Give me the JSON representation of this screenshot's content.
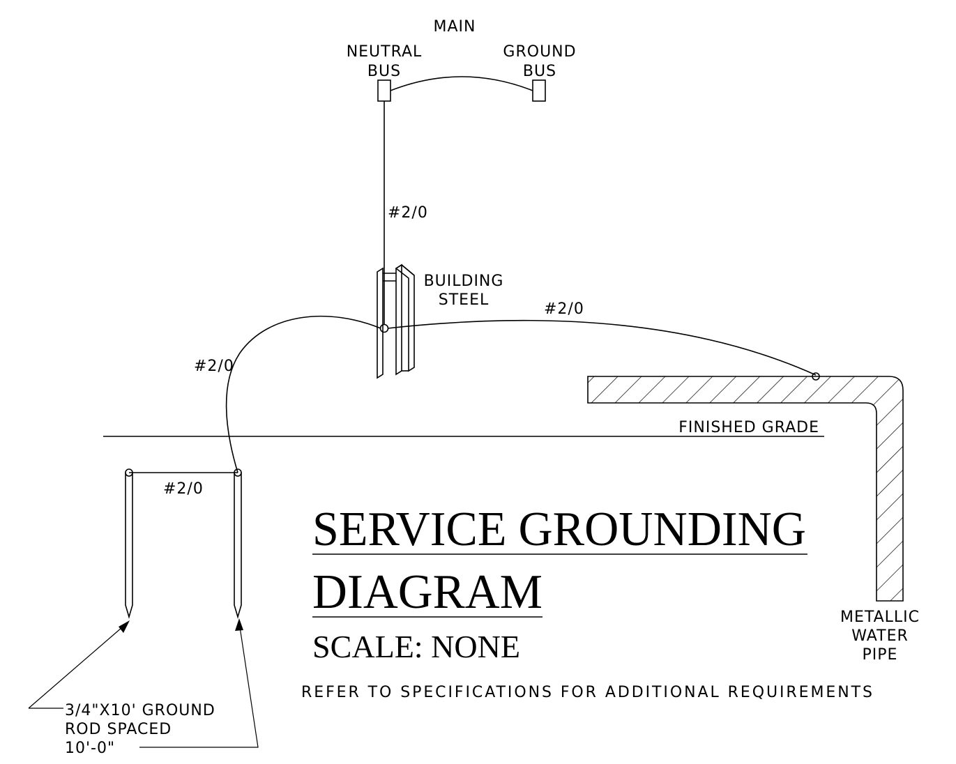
{
  "main_label": "MAIN",
  "neutral_bus": [
    "NEUTRAL",
    "BUS"
  ],
  "ground_bus": [
    "GROUND",
    "BUS"
  ],
  "building_steel": [
    "BUILDING",
    "STEEL"
  ],
  "wire_sizes": {
    "vertical": "#2/0",
    "to_water_pipe": "#2/0",
    "to_ground_rod": "#2/0",
    "between_rods": "#2/0"
  },
  "finished_grade": "FINISHED GRADE",
  "water_pipe": [
    "METALLIC",
    "WATER",
    "PIPE"
  ],
  "ground_rod_note": [
    "3/4\"X10' GROUND",
    "ROD SPACED",
    "10'-0\""
  ],
  "title": {
    "line1": "SERVICE GROUNDING",
    "line2": "DIAGRAM",
    "scale": "SCALE: NONE"
  },
  "note": "REFER TO SPECIFICATIONS FOR ADDITIONAL REQUIREMENTS"
}
